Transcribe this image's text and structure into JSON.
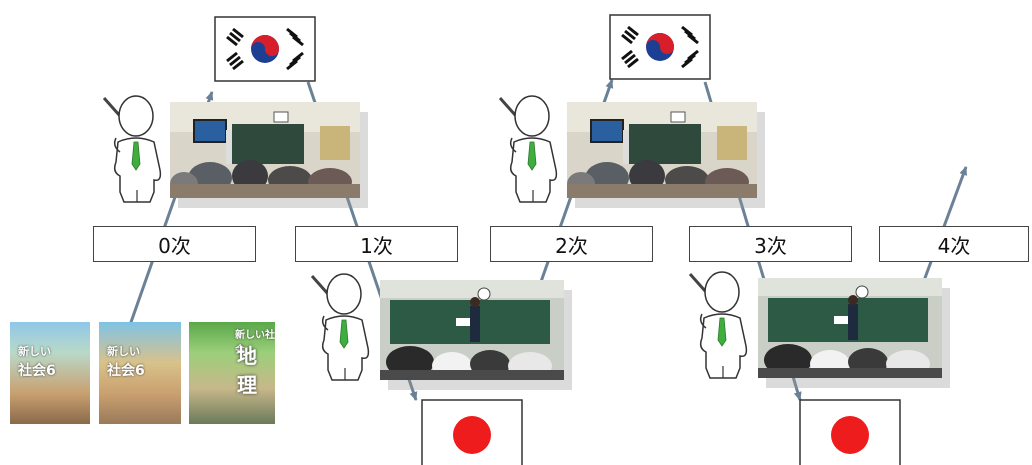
{
  "stages": [
    {
      "label": "0次"
    },
    {
      "label": "1次"
    },
    {
      "label": "2次"
    },
    {
      "label": "3次"
    },
    {
      "label": "4次"
    }
  ],
  "textbooks": [
    {
      "title": "新しい",
      "subtitle": "社会6"
    },
    {
      "title": "新しい",
      "subtitle": "社会6"
    },
    {
      "title": "新しい社会",
      "subtitle": "地理"
    }
  ],
  "flags": {
    "korea": {
      "count": 2,
      "colors": {
        "red": "#d71f2b",
        "blue": "#1c3f94",
        "black": "#111111"
      }
    },
    "japan": {
      "count": 2,
      "colors": {
        "red": "#ee1c1c"
      }
    }
  },
  "colors": {
    "arrow": "#6b8196",
    "tie": "#3fae3f",
    "box_border": "#444444"
  },
  "icons": [
    "teacher-figure-icon",
    "pointer-stick-icon",
    "korean-flag-icon",
    "japanese-flag-icon",
    "classroom-photo"
  ]
}
